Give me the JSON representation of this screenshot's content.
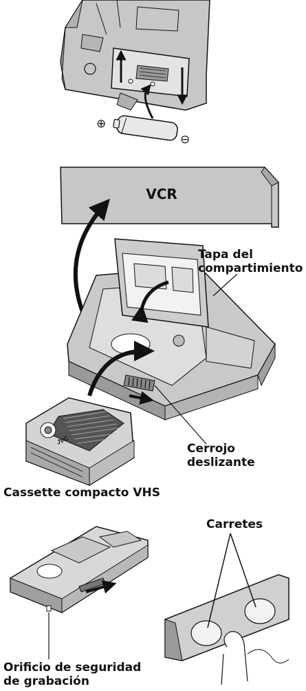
{
  "diagram": {
    "vcr_label": "VCR",
    "lid_label_line1": "Tapa del",
    "lid_label_line2": "compartimiento",
    "latch_label": "Cerrojo deslizante",
    "cassette_label": "Cassette compacto VHS",
    "reels_label": "Carretes",
    "hole_label_line1": "Orificio de seguridad",
    "hole_label_line2": "de grabación",
    "cassette_brand": "JVC",
    "plus_symbol": "⊕",
    "minus_symbol": "⊖"
  }
}
